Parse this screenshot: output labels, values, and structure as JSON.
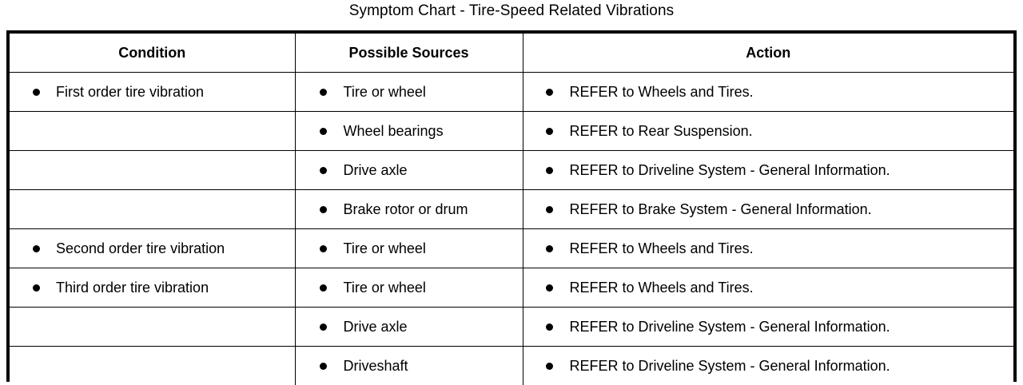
{
  "title": "Symptom Chart - Tire-Speed Related Vibrations",
  "table": {
    "columns": [
      {
        "key": "condition",
        "label": "Condition"
      },
      {
        "key": "sources",
        "label": "Possible Sources"
      },
      {
        "key": "action",
        "label": "Action"
      }
    ],
    "rows": [
      {
        "condition": "First order tire vibration",
        "sources": "Tire or wheel",
        "action": "REFER to Wheels and Tires."
      },
      {
        "condition": "",
        "sources": "Wheel bearings",
        "action": "REFER to Rear Suspension."
      },
      {
        "condition": "",
        "sources": "Drive axle",
        "action": "REFER to Driveline System - General Information."
      },
      {
        "condition": "",
        "sources": "Brake rotor or drum",
        "action": "REFER to Brake System - General Information."
      },
      {
        "condition": "Second order tire vibration",
        "sources": "Tire or wheel",
        "action": "REFER to Wheels and Tires."
      },
      {
        "condition": "Third order tire vibration",
        "sources": "Tire or wheel",
        "action": "REFER to Wheels and Tires."
      },
      {
        "condition": "",
        "sources": "Drive axle",
        "action": "REFER to Driveline System - General Information."
      },
      {
        "condition": "",
        "sources": "Driveshaft",
        "action": "REFER to Driveline System - General Information."
      }
    ]
  },
  "colors": {
    "text": "#000000",
    "background": "#ffffff",
    "border": "#000000"
  }
}
